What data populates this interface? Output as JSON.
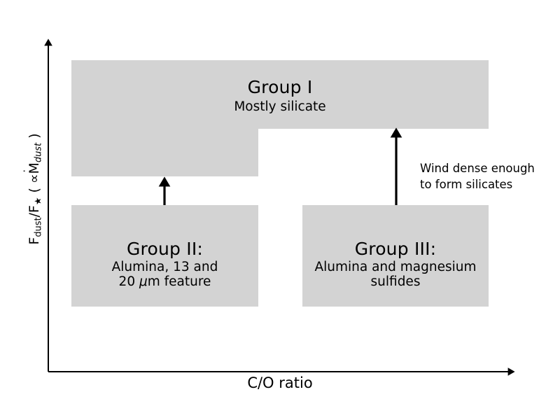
{
  "figure": {
    "background_color": "#ffffff",
    "box_fill_color": "#d3d3d3",
    "line_color": "#000000"
  },
  "axes": {
    "x_label": "C/O ratio",
    "y_label_parts": {
      "f_dust": "F",
      "f_dust_sub": "dust",
      "slash": "/F",
      "star_sub": "★",
      "open_paren": " ( ",
      "proportional": "∝",
      "mdot": "M",
      "mdot_sub": "dust",
      "close_paren": " )"
    },
    "y_label_plain": "F_dust/F_★ ( ∝ Ṁ_dust )"
  },
  "groups": [
    {
      "id": "group-1",
      "title": "Group I",
      "subtitle": "Mostly silicate"
    },
    {
      "id": "group-2",
      "title": "Group II:",
      "subtitle_line1": "Alumina, 13 and",
      "subtitle_line2": "20 μm feature"
    },
    {
      "id": "group-3",
      "title": "Group III:",
      "subtitle_line1": "Alumina and magnesium",
      "subtitle_line2": "sulfides"
    }
  ],
  "annotation": {
    "line1": "Wind dense enough",
    "line2": "to form silicates"
  }
}
